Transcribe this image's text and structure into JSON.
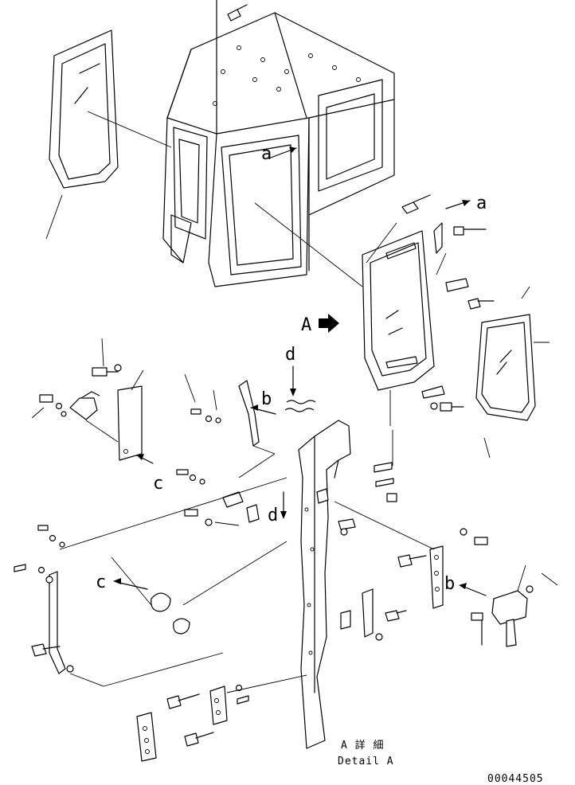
{
  "labels": {
    "view_a_top": "a",
    "view_a_right": "a",
    "detail_marker": "A",
    "label_b_upper": "b",
    "label_b_lower": "b",
    "label_c_upper": "c",
    "label_c_lower": "c",
    "label_d_upper": "d",
    "label_d_lower": "d"
  },
  "detail_caption": {
    "japanese": "A 詳 細",
    "english": "Detail A"
  },
  "drawing_number": "00044505"
}
